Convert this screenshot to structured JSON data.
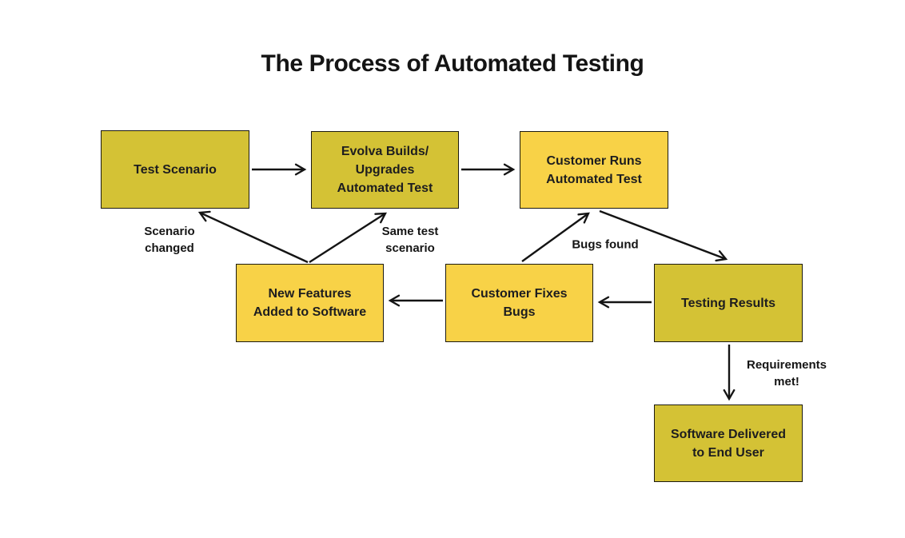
{
  "title": "The Process of Automated Testing",
  "colors": {
    "background": "#ffffff",
    "box_dark": "#d4c235",
    "box_bright": "#f8d247",
    "box_border": "#1c1a10",
    "arrow": "#141414",
    "text": "#1d1d1f"
  },
  "nodes": [
    {
      "id": "test-scenario",
      "label": "Test Scenario",
      "variant": "dark"
    },
    {
      "id": "evolva-builds",
      "label": "Evolva Builds/\nUpgrades\nAutomated Test",
      "variant": "dark"
    },
    {
      "id": "customer-runs",
      "label": "Customer Runs\nAutomated Test",
      "variant": "bright"
    },
    {
      "id": "new-features",
      "label": "New Features\nAdded to Software",
      "variant": "bright"
    },
    {
      "id": "customer-fixes",
      "label": "Customer Fixes\nBugs",
      "variant": "bright"
    },
    {
      "id": "testing-results",
      "label": "Testing Results",
      "variant": "dark"
    },
    {
      "id": "software-delivered",
      "label": "Software Delivered\nto End User",
      "variant": "dark"
    }
  ],
  "edges": [
    {
      "from": "test-scenario",
      "to": "evolva-builds",
      "label": ""
    },
    {
      "from": "evolva-builds",
      "to": "customer-runs",
      "label": ""
    },
    {
      "from": "customer-runs",
      "to": "testing-results",
      "label": ""
    },
    {
      "from": "testing-results",
      "to": "customer-fixes",
      "label": ""
    },
    {
      "from": "customer-fixes",
      "to": "customer-runs",
      "label": "Bugs found"
    },
    {
      "from": "customer-fixes",
      "to": "new-features",
      "label": ""
    },
    {
      "from": "new-features",
      "to": "evolva-builds",
      "label": "Same test\nscenario"
    },
    {
      "from": "new-features",
      "to": "test-scenario",
      "label": "Scenario\nchanged"
    },
    {
      "from": "testing-results",
      "to": "software-delivered",
      "label": "Requirements\nmet!"
    }
  ]
}
